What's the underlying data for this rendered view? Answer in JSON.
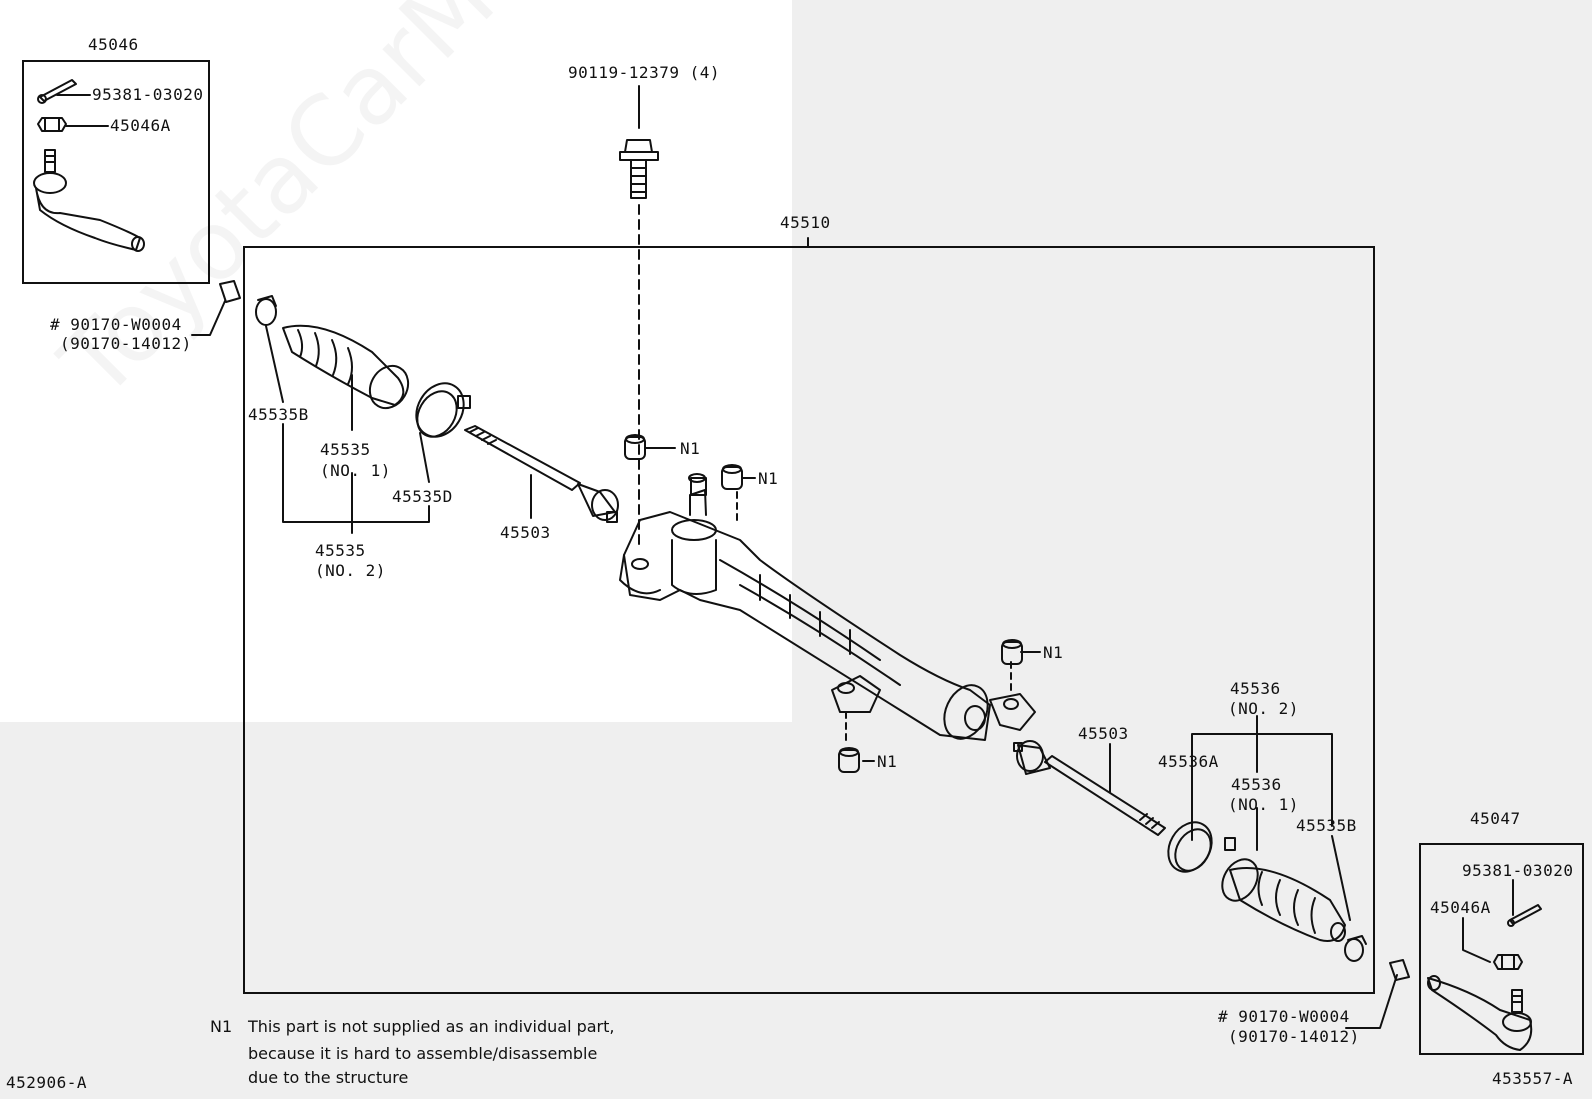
{
  "watermark": "ToyotaCarMiner.ru",
  "labels": {
    "box_left_title": "45046",
    "cotter_pin_top": "95381-03020",
    "nut_top": "45046A",
    "bolt": "90119-12379 (4)",
    "rack_assembly": "45510",
    "plug_left_1": "# 90170-W0004",
    "plug_left_2": "(90170-14012)",
    "clip_left": "45535B",
    "boot_left_1": "45535",
    "boot_left_1_sub": "(NO. 1)",
    "clamp_left": "45535D",
    "boot_left_2": "45535",
    "boot_left_2_sub": "(NO. 2)",
    "tie_rod_left": "45503",
    "n1_a": "N1",
    "n1_b": "N1",
    "n1_c": "N1",
    "n1_d": "N1",
    "tie_rod_right": "45503",
    "boot_right_2": "45536",
    "boot_right_2_sub": "(NO. 2)",
    "clamp_right": "45536A",
    "boot_right_1": "45536",
    "boot_right_1_sub": "(NO. 1)",
    "clip_right": "45535B",
    "box_right_title": "45047",
    "cotter_pin_bottom": "95381-03020",
    "nut_bottom": "45046A",
    "plug_right_1": "# 90170-W0004",
    "plug_right_2": "(90170-14012)",
    "fig_left": "452906-A",
    "fig_right": "453557-A"
  },
  "note": {
    "code": "N1",
    "line1": "This part is not supplied as an individual part,",
    "line2": "because it is hard to assemble/disassemble",
    "line3": "due to the structure"
  }
}
